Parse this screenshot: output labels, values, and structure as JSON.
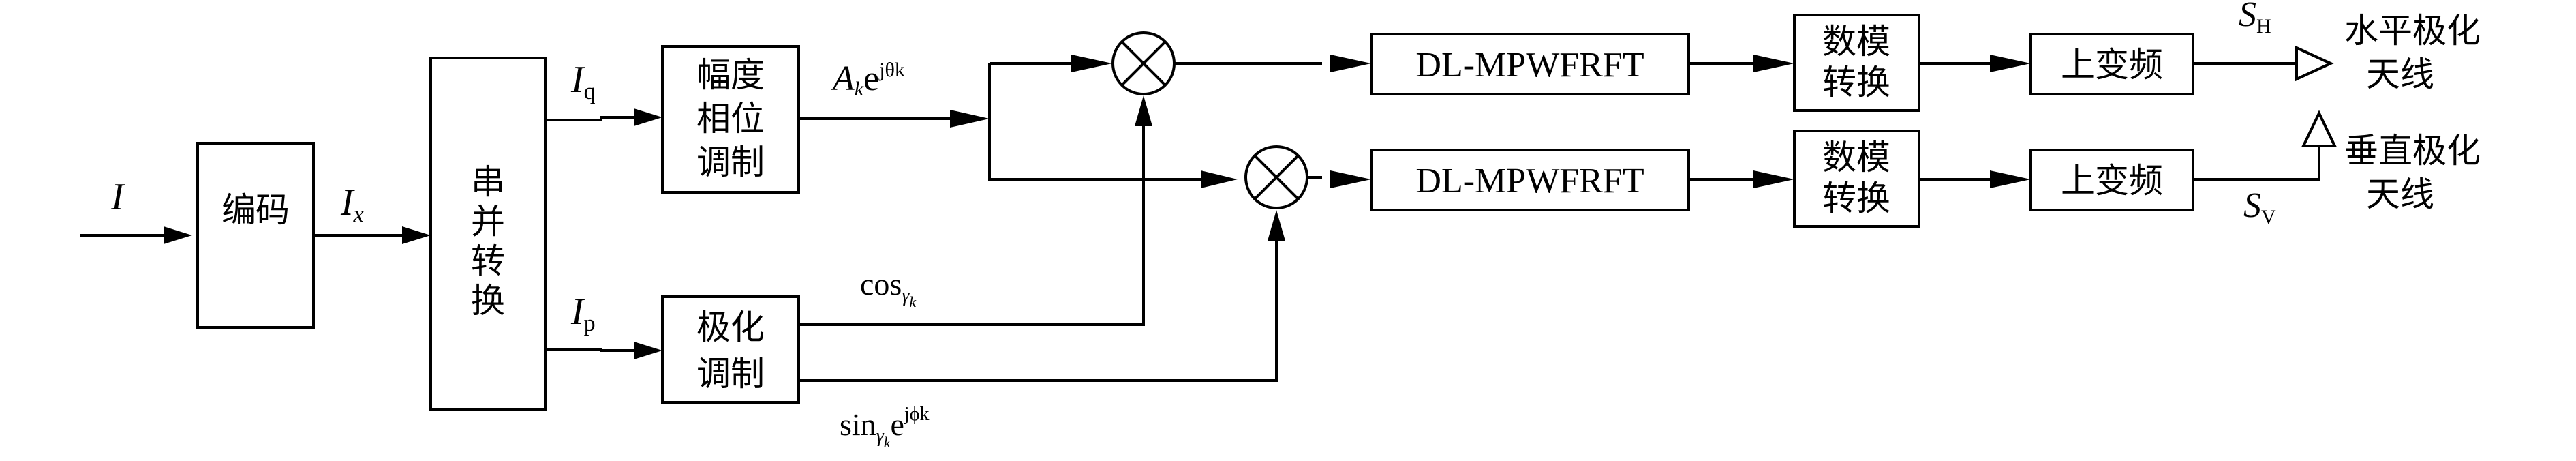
{
  "blocks": {
    "encode": "编码",
    "sp_lines": [
      "串",
      "并",
      "转",
      "换"
    ],
    "amp_lines": [
      "幅度",
      "相位",
      "调制"
    ],
    "pol_lines": [
      "极化",
      "调制"
    ],
    "frft_top": "DL-MPWFRFT",
    "frft_bottom": "DL-MPWFRFT",
    "dac_top": [
      "数模",
      "转换"
    ],
    "dac_bottom": [
      "数模",
      "转换"
    ],
    "upconv_top": "上变频",
    "upconv_bottom": "上变频"
  },
  "antennas": {
    "horizontal": [
      "水平极化",
      "天线"
    ],
    "vertical": [
      "垂直极化",
      "天线"
    ]
  },
  "signals": {
    "input": "I",
    "encoded": {
      "base": "I",
      "sub": "x"
    },
    "iq": {
      "base": "I",
      "sub": "q"
    },
    "ip": {
      "base": "I",
      "sub": "p"
    },
    "amp_out": {
      "base": "A",
      "sub": "k",
      "mid": "e",
      "sup": "jθk"
    },
    "cos": {
      "base": "cos",
      "sub": "γ",
      "subsub": "k"
    },
    "sin": {
      "base": "sin",
      "sub": "γ",
      "subsub": "k",
      "mid": "e",
      "sup": "jϕk"
    },
    "sh": {
      "base": "S",
      "sub": "H"
    },
    "sv": {
      "base": "S",
      "sub": "V"
    }
  }
}
